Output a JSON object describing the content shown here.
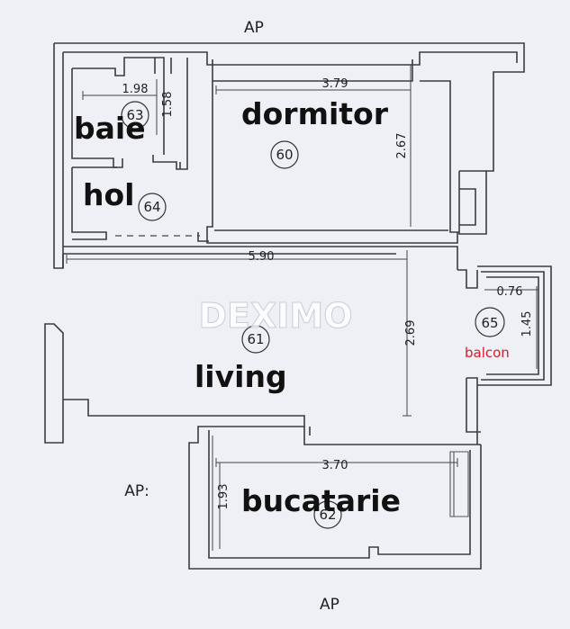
{
  "labels": {
    "top": "AP",
    "bottom": "AP",
    "left": "AP:"
  },
  "watermark": "DEXIMO",
  "rooms": {
    "baie": {
      "name": "baie",
      "number": "63"
    },
    "hol": {
      "name": "hol",
      "number": "64"
    },
    "dormitor": {
      "name": "dormitor",
      "number": "60"
    },
    "living": {
      "name": "living",
      "number": "61"
    },
    "bucatarie": {
      "name": "bucatarie",
      "number": "62"
    },
    "balcon": {
      "name": "balcon",
      "number": "65"
    }
  },
  "dimensions": {
    "baie_width": "1.98",
    "baie_height": "1.58",
    "dormitor_width": "3.79",
    "dormitor_height": "2.67",
    "living_width": "5.90",
    "living_height": "2.69",
    "balcon_width": "0.76",
    "balcon_height": "1.45",
    "bucatarie_width": "3.70",
    "bucatarie_height": "1.93"
  },
  "colors": {
    "background": "#eef0f5",
    "walls": "#3c3c3c",
    "room_labels": "#111111",
    "balcon_label": "#d0202a"
  }
}
